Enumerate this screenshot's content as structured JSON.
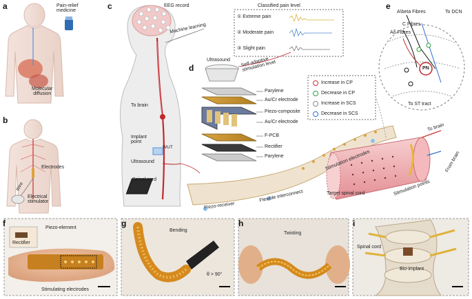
{
  "panels": {
    "a": {
      "letter": "a",
      "pain_relief": "Pain-relief\nmedicine",
      "molecular": "Molecular\ndiffusion"
    },
    "b": {
      "letter": "b",
      "electrodes": "Electrodes",
      "wire": "Wire",
      "stimulator": "Electrical\nstimulator"
    },
    "c": {
      "letter": "c",
      "eeg": "EEG record",
      "ml": "Machine learning",
      "to_brain": "To brain",
      "implant": "Implant\npoint",
      "ultrasound": "Ultrasound",
      "spinal": "Spinal cord",
      "wut": "WUT",
      "classified_title": "Classified pain level",
      "levels": [
        "① Extreme pain",
        "② Moderate pain",
        "③ Slight pain"
      ]
    },
    "d": {
      "letter": "d",
      "ultrasound": "Ultrasound",
      "self_adaptive": "Self-adaptive\nstimulation level",
      "layers": [
        "Parylene",
        "Au/Cr electrode",
        "Piezo-composite",
        "Au/Cr electrode",
        "F-PCB",
        "Rectifier",
        "Parylene"
      ],
      "stim_electrodes": "Stimulation electrodes",
      "flex": "Flexible interconnect",
      "piezo_receiver": "Piezo-receiver",
      "target": "Target spinal cord",
      "stim_points": "Stimulation points",
      "to_brain": "To brain",
      "from_brain": "From brain"
    },
    "legend": {
      "items": [
        {
          "label": "Increase in CP",
          "color": "#d0312d"
        },
        {
          "label": "Decrease in CP",
          "color": "#2e9e3e"
        },
        {
          "label": "Increase in SCS",
          "color": "#888888"
        },
        {
          "label": "Decrease in SCS",
          "color": "#2a6fcf"
        }
      ]
    },
    "e": {
      "letter": "e",
      "abeta": "A\\beta Fibres",
      "to_dcn": "To DCN",
      "c_fibres": "C Fibres",
      "adelta": "Aδ Fibres",
      "pn": "PN",
      "st_tract": "To ST tract"
    },
    "f": {
      "letter": "f",
      "piezo_element": "Piezo-element",
      "rectifier": "Rectifier",
      "stim": "Stimulating electrodes"
    },
    "g": {
      "letter": "g",
      "bending": "Bending",
      "theta": "θ > 90°"
    },
    "h": {
      "letter": "h",
      "twisting": "Twisting"
    },
    "i": {
      "letter": "i",
      "spinal": "Spinal cord",
      "bio": "Bio-implant"
    }
  }
}
